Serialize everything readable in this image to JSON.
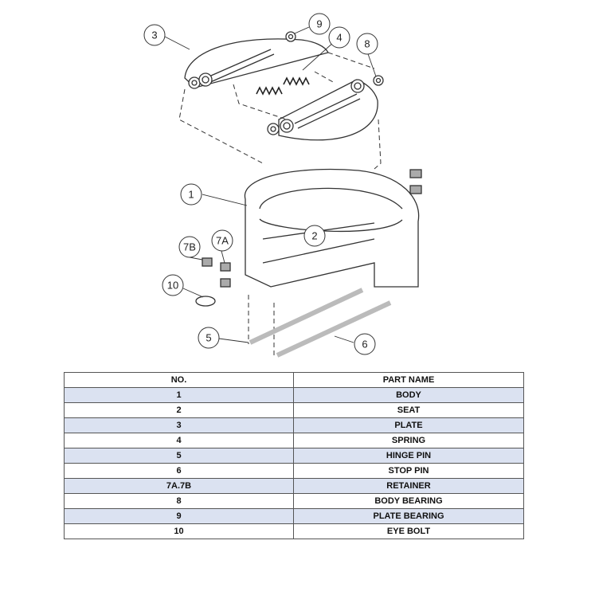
{
  "callouts": [
    {
      "id": "body",
      "label": "1"
    },
    {
      "id": "seat",
      "label": "2"
    },
    {
      "id": "plate",
      "label": "3"
    },
    {
      "id": "spring",
      "label": "4"
    },
    {
      "id": "hinge-pin",
      "label": "5"
    },
    {
      "id": "stop-pin",
      "label": "6"
    },
    {
      "id": "retainer-a",
      "label": "7A"
    },
    {
      "id": "retainer-b",
      "label": "7B"
    },
    {
      "id": "body-bearing",
      "label": "8"
    },
    {
      "id": "plate-bearing",
      "label": "9"
    },
    {
      "id": "eye-bolt",
      "label": "10"
    }
  ],
  "table": {
    "headers": [
      "NO.",
      "PART NAME"
    ],
    "rows": [
      [
        "1",
        "BODY"
      ],
      [
        "2",
        "SEAT"
      ],
      [
        "3",
        "PLATE"
      ],
      [
        "4",
        "SPRING"
      ],
      [
        "5",
        "HINGE PIN"
      ],
      [
        "6",
        "STOP PIN"
      ],
      [
        "7A.7B",
        "RETAINER"
      ],
      [
        "8",
        "BODY BEARING"
      ],
      [
        "9",
        "PLATE BEARING"
      ],
      [
        "10",
        "EYE BOLT"
      ]
    ],
    "shade_color": "#dbe2f1"
  }
}
